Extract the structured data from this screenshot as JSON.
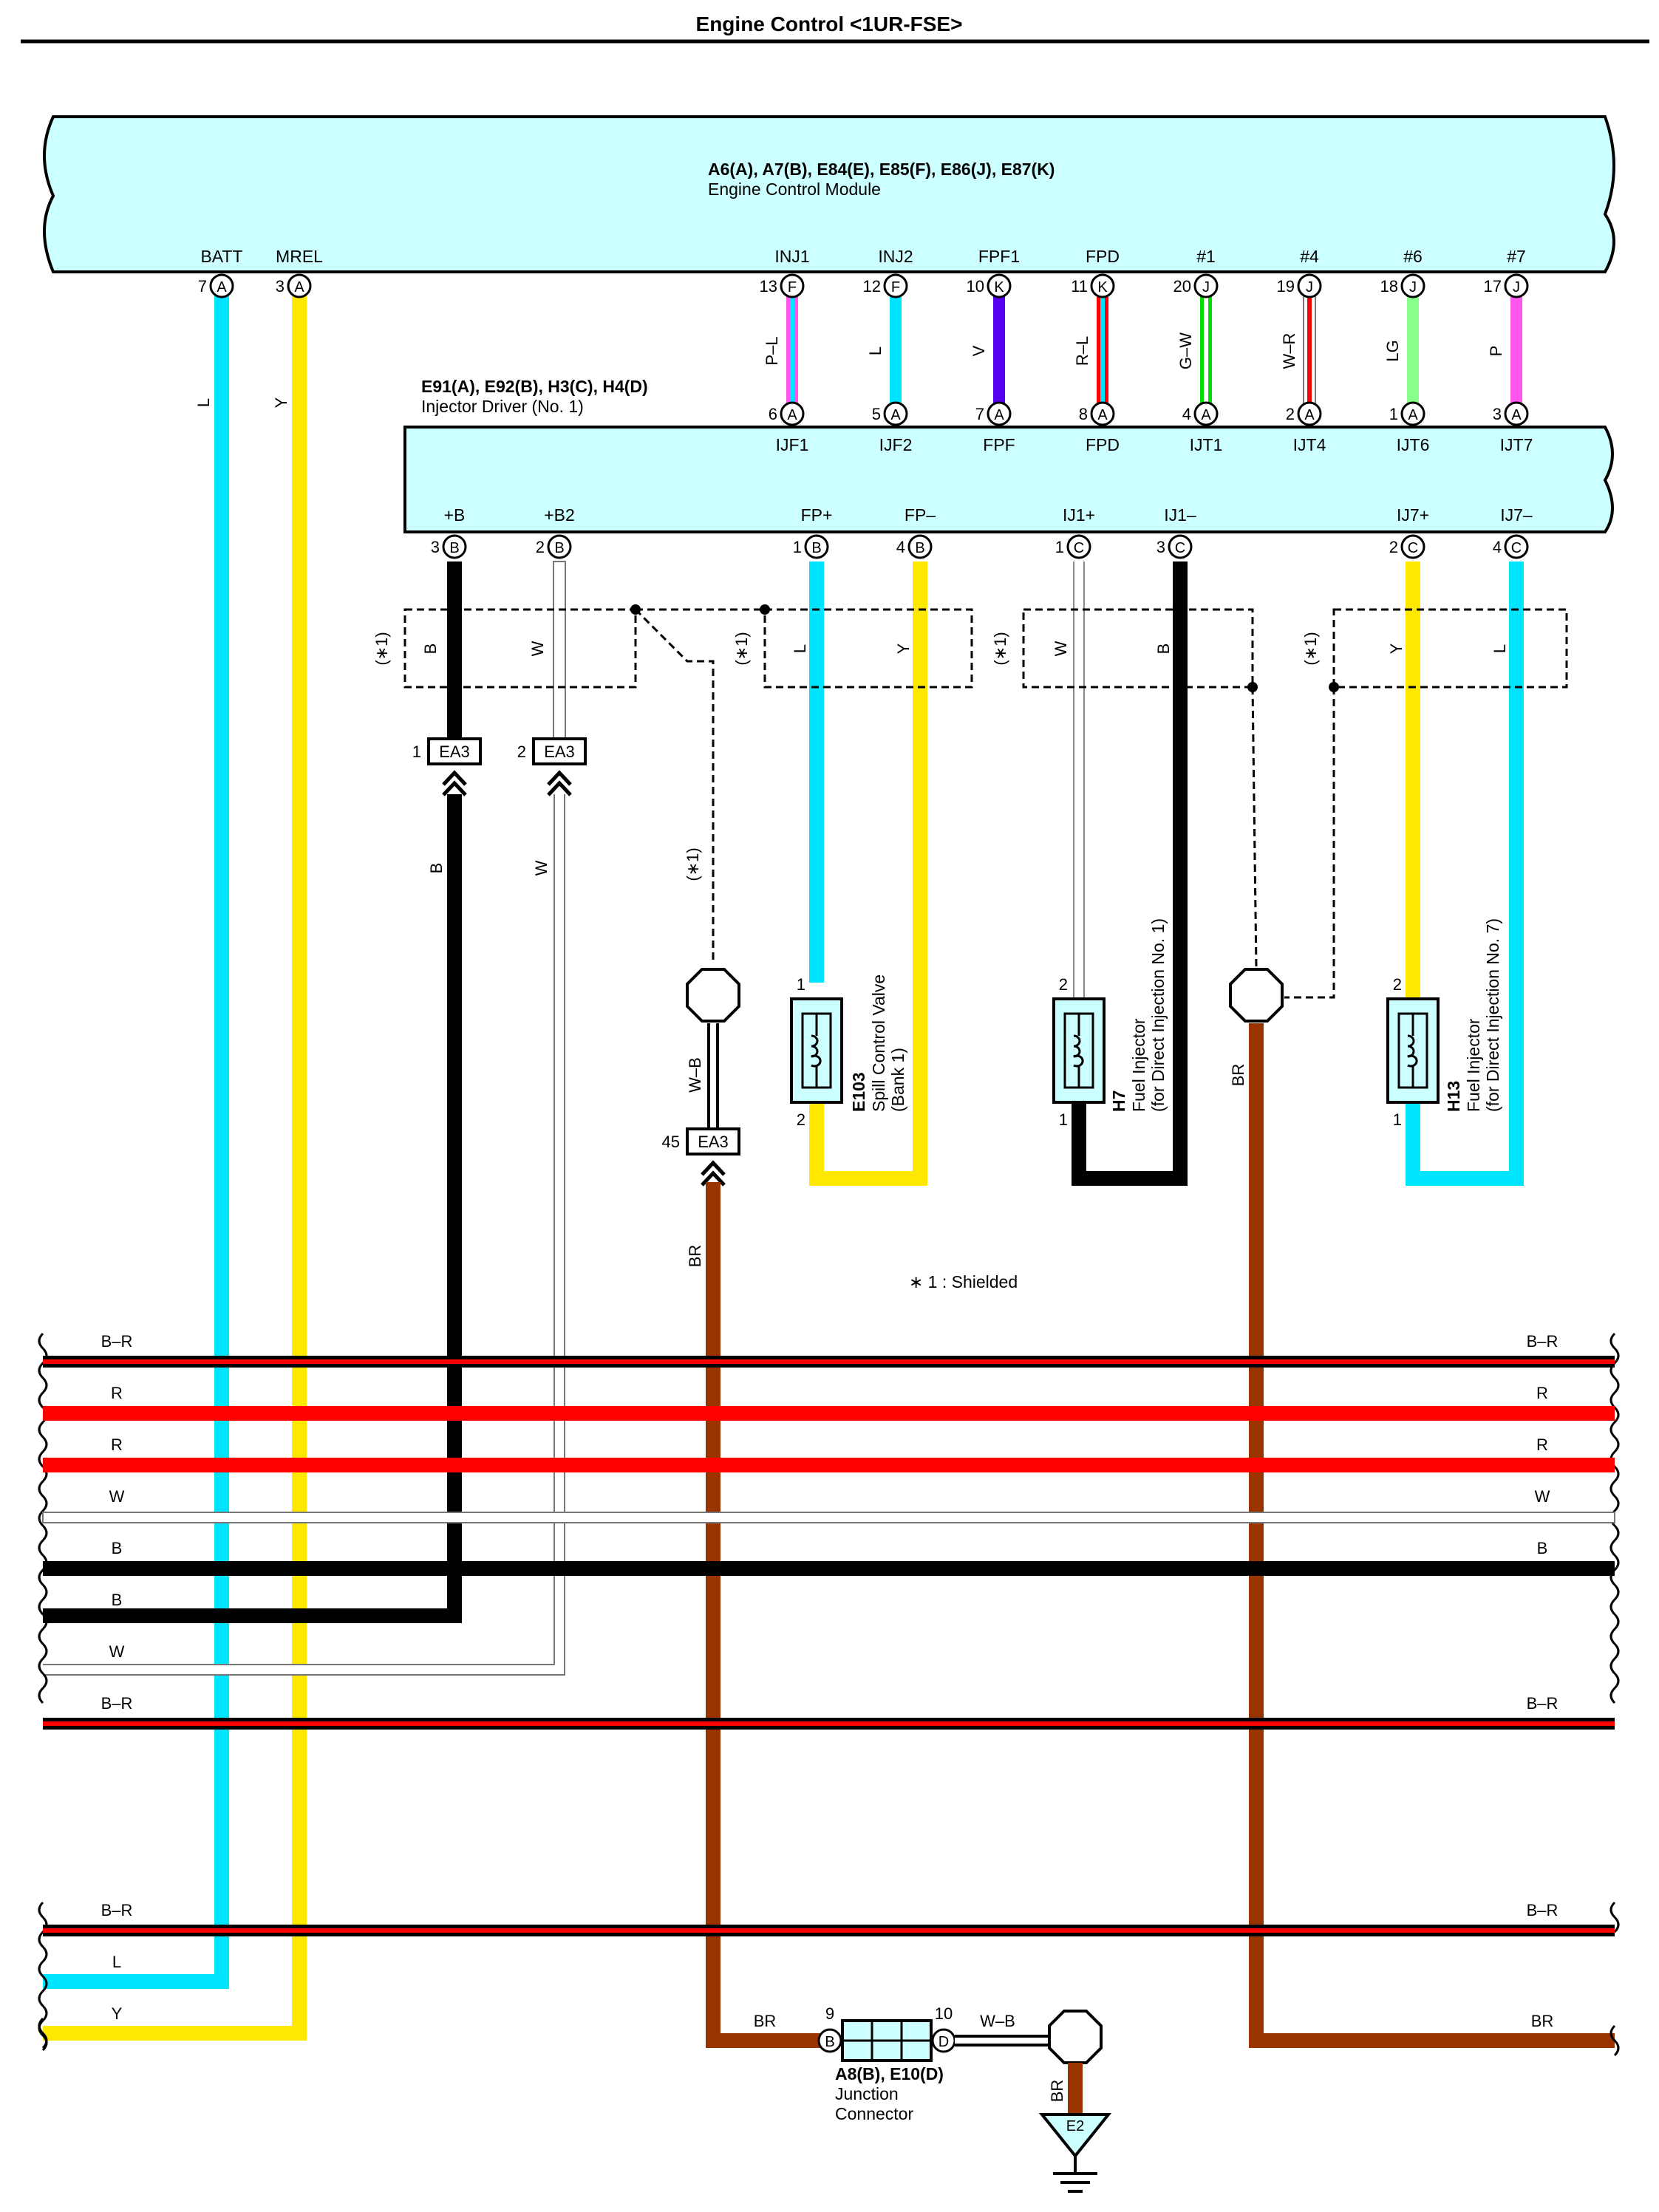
{
  "page": {
    "title": "Engine Control <1UR-FSE>",
    "note": "∗ 1 : Shielded"
  },
  "colors": {
    "ecm_fill": "#ccffff",
    "L": "#00e5ff",
    "Y": "#ffe800",
    "B": "#000000",
    "W": "#ffffff",
    "R": "#ff0000",
    "BR": "#993300",
    "V": "#5500ee",
    "G": "#00dd00",
    "LG": "#88ff88",
    "P": "#ff55ee",
    "component_fill": "#ccffff"
  },
  "ecm": {
    "connectors": "A6(A), A7(B), E84(E), E85(F), E86(J), E87(K)",
    "name": "Engine Control Module",
    "pins": [
      {
        "label": "BATT",
        "num": "7",
        "conn": "A"
      },
      {
        "label": "MREL",
        "num": "3",
        "conn": "A"
      },
      {
        "label": "INJ1",
        "num": "13",
        "conn": "F"
      },
      {
        "label": "INJ2",
        "num": "12",
        "conn": "F"
      },
      {
        "label": "FPF1",
        "num": "10",
        "conn": "K"
      },
      {
        "label": "FPD",
        "num": "11",
        "conn": "K"
      },
      {
        "label": "#1",
        "num": "20",
        "conn": "J"
      },
      {
        "label": "#4",
        "num": "19",
        "conn": "J"
      },
      {
        "label": "#6",
        "num": "18",
        "conn": "J"
      },
      {
        "label": "#7",
        "num": "17",
        "conn": "J"
      }
    ]
  },
  "wire_labels": {
    "batt": "L",
    "mrel": "Y",
    "signals": [
      "P–L",
      "L",
      "V",
      "R–L",
      "G–W",
      "W–R",
      "LG",
      "P"
    ]
  },
  "driver": {
    "connectors": "E91(A), E92(B), H3(C), H4(D)",
    "name": "Injector Driver (No. 1)",
    "top_pins": [
      {
        "label": "IJF1",
        "num": "6",
        "conn": "A"
      },
      {
        "label": "IJF2",
        "num": "5",
        "conn": "A"
      },
      {
        "label": "FPF",
        "num": "7",
        "conn": "A"
      },
      {
        "label": "FPD",
        "num": "8",
        "conn": "A"
      },
      {
        "label": "IJT1",
        "num": "4",
        "conn": "A"
      },
      {
        "label": "IJT4",
        "num": "2",
        "conn": "A"
      },
      {
        "label": "IJT6",
        "num": "1",
        "conn": "A"
      },
      {
        "label": "IJT7",
        "num": "3",
        "conn": "A"
      }
    ],
    "bottom_pins": [
      {
        "label": "+B",
        "num": "3",
        "conn": "B"
      },
      {
        "label": "+B2",
        "num": "2",
        "conn": "B"
      },
      {
        "label": "FP+",
        "num": "1",
        "conn": "B"
      },
      {
        "label": "FP–",
        "num": "4",
        "conn": "B"
      },
      {
        "label": "IJ1+",
        "num": "1",
        "conn": "C"
      },
      {
        "label": "IJ1–",
        "num": "3",
        "conn": "C"
      },
      {
        "label": "IJ7+",
        "num": "2",
        "conn": "C"
      },
      {
        "label": "IJ7–",
        "num": "4",
        "conn": "C"
      }
    ],
    "bottom_wire_labels": [
      "B",
      "W",
      "L",
      "Y",
      "W",
      "B",
      "Y",
      "L"
    ]
  },
  "shield": {
    "label": "(∗1)",
    "vertical_label": "(∗1)"
  },
  "ea3": {
    "name": "EA3",
    "pin1": "1",
    "pin2": "2",
    "pin45": "45",
    "wire1": "B",
    "wire2": "W",
    "wire45_top": "W–B",
    "wire45_bottom": "BR"
  },
  "components": {
    "spill_valve": {
      "code": "E103",
      "name1": "Spill Control Valve",
      "name2": "(Bank 1)",
      "pin_top": "1",
      "pin_bottom": "2"
    },
    "injector1": {
      "code": "H7",
      "name1": "Fuel Injector",
      "name2": "(for Direct Injection No. 1)",
      "pin_top": "2",
      "pin_bottom": "1"
    },
    "injector7": {
      "code": "H13",
      "name1": "Fuel Injector",
      "name2": "(for Direct Injection No. 7)",
      "pin_top": "2",
      "pin_bottom": "1"
    }
  },
  "ground_wire_label": "BR",
  "bus_group1": [
    {
      "label": "B–R",
      "color": "BR_stripe"
    },
    {
      "label": "R",
      "color": "R"
    },
    {
      "label": "R",
      "color": "R"
    },
    {
      "label": "W",
      "color": "W"
    },
    {
      "label": "B",
      "color": "B"
    },
    {
      "label": "B",
      "color": "B"
    },
    {
      "label": "W",
      "color": "W"
    },
    {
      "label": "B–R",
      "color": "BR_stripe"
    }
  ],
  "bus_group2": [
    {
      "label": "B–R"
    },
    {
      "label": "L"
    },
    {
      "label": "Y"
    },
    {
      "label": "BR"
    }
  ],
  "junction": {
    "connectors": "A8(B), E10(D)",
    "name1": "Junction",
    "name2": "Connector",
    "pin_left_num": "9",
    "pin_left_conn": "B",
    "pin_right_num": "10",
    "pin_right_conn": "D",
    "left_wire": "BR",
    "right_wire": "W–B",
    "ground_wire": "BR",
    "ground": "E2"
  }
}
